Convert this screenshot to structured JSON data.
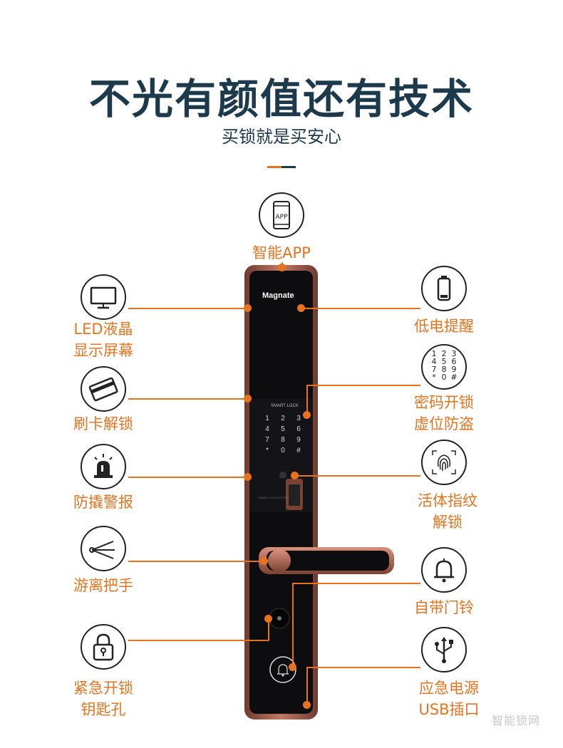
{
  "header": {
    "title": "不光有颜值还有技术",
    "subtitle": "买锁就是买安心"
  },
  "colors": {
    "accent": "#e8731f",
    "dark": "#1d3a4c",
    "lock_body": "#9b5a4a",
    "panel": "#0d0d10"
  },
  "lock": {
    "brand": "Magnate",
    "panel_label": "SMART LOCK",
    "keys": [
      "1",
      "2",
      "3",
      "4",
      "5",
      "6",
      "7",
      "8",
      "9",
      "*",
      "0",
      "#"
    ]
  },
  "features": {
    "app": {
      "icon": "smartphone-app-icon",
      "icon_text": "APP",
      "label": "智能APP"
    },
    "lcd": {
      "icon": "monitor-icon",
      "line1": "LED液晶",
      "line2": "显示屏幕"
    },
    "card": {
      "icon": "card-icon",
      "label": "刷卡解锁"
    },
    "alarm": {
      "icon": "alarm-siren-icon",
      "label": "防撬警报"
    },
    "handle": {
      "icon": "free-handle-icon",
      "label": "游离把手"
    },
    "keyhole": {
      "icon": "keyhole-lock-icon",
      "line1": "紧急开锁",
      "line2": "钥匙孔"
    },
    "battery": {
      "icon": "battery-icon",
      "label": "低电提醒"
    },
    "password": {
      "icon": "keypad-icon",
      "line1": "密码开锁",
      "line2": "虚位防盗",
      "keys": [
        "1",
        "2",
        "3",
        "4",
        "5",
        "6",
        "7",
        "8",
        "9",
        "*",
        "0",
        "#"
      ]
    },
    "fingerprint": {
      "icon": "fingerprint-icon",
      "line1": "活体指纹",
      "line2": "解锁"
    },
    "doorbell": {
      "icon": "bell-icon",
      "label": "自带门铃"
    },
    "usb": {
      "icon": "usb-icon",
      "line1": "应急电源",
      "line2": "USB插口"
    }
  },
  "watermark": "智能锁网"
}
